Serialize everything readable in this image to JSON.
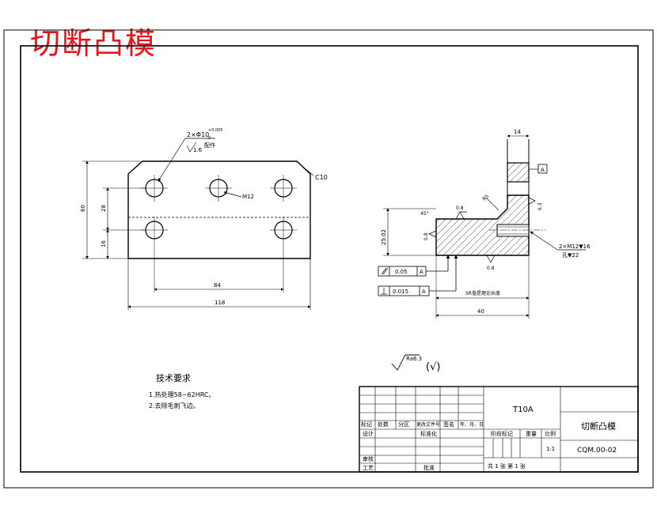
{
  "stamp_title": "切断凸模",
  "front_view": {
    "hole_callout": "2×Φ10",
    "hole_tolerance_upper": "+0.005",
    "hole_tolerance_lower": "0",
    "hole_note": "配作",
    "hole_roughness": "1.6",
    "chamfer": "C10",
    "thread_label": "M12",
    "dim_height": "60",
    "dim_row_top": "28",
    "dim_row_bottom": "16",
    "dim_hole_spacing": "84",
    "dim_width": "118"
  },
  "section_view": {
    "dim_top_width": "14",
    "datum": "A",
    "roughness_top": "0.8",
    "roughness_left": "0.8",
    "roughness_bottom": "0.8",
    "roughness_right": "6.3",
    "chamfer_r": "R5",
    "dim_height": "25.02",
    "dim_angle": "45°",
    "thread_callout": "2×M12▼16",
    "thread_depth": "孔▼22",
    "parallel_tol": "0.05",
    "perp_tol": "0.015",
    "bottom_note": "SR值是理论长度",
    "dim_width": "40"
  },
  "surface_finish": {
    "value": "Ra6.3",
    "other_symbol": "(√)"
  },
  "tech_requirements": {
    "title": "技术要求",
    "item1": "1.热处理58~62HRC。",
    "item2": "2.去除毛刺飞边。"
  },
  "title_block": {
    "material": "T10A",
    "part_name": "切断凸模",
    "drawing_no": "CQM.00-02",
    "scale": "1:1",
    "sheets": "共 1 张     第 1 张",
    "hdr_mark": "标记",
    "hdr_count": "处数",
    "hdr_zone": "分区",
    "hdr_docno": "更改文件号",
    "hdr_sign": "签名",
    "hdr_date": "年、月、日",
    "lbl_design": "设计",
    "lbl_standard": "标准化",
    "lbl_stage": "阶段标记",
    "lbl_weight": "重量",
    "lbl_scale": "比例",
    "lbl_review": "审核",
    "lbl_process": "工艺",
    "lbl_approve": "批准"
  }
}
